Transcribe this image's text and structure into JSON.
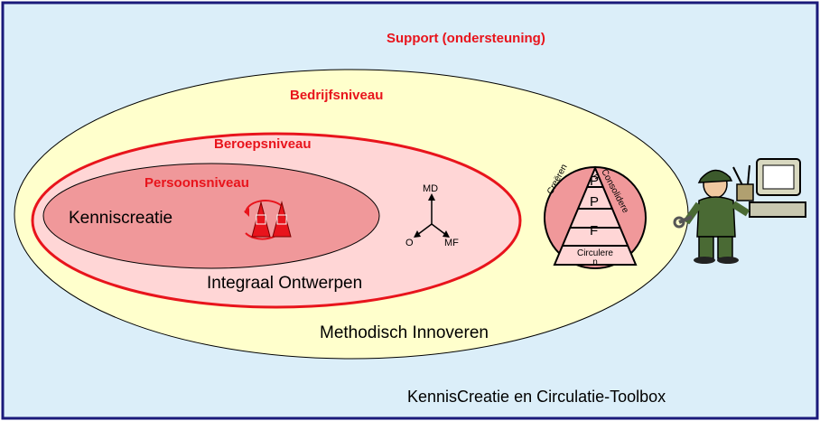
{
  "levels": {
    "support": "Support (ondersteuning)",
    "company": "Bedrijfsniveau",
    "profession": "Beroepsniveau",
    "person": "Persoonsniveau"
  },
  "methods": {
    "kenniscreatie": "Kenniscreatie",
    "integraal": "Integraal Ontwerpen",
    "methodisch": "Methodisch Innoveren"
  },
  "axes": {
    "md": "MD",
    "o": "O",
    "mf": "MF"
  },
  "pyramid": {
    "top": "P",
    "middle": "P",
    "lower": "F",
    "base": "Circulere\nn",
    "left_arc": "Creëren",
    "right_arc": "Consolidere\nn"
  },
  "toolbox": "KennisCreatie en Circulatie-Toolbox",
  "colors": {
    "background": "#dbeef9",
    "frame": "#1a1a7a",
    "outer_ellipse": "#ffffcc",
    "middle_ellipse": "#ffd6d6",
    "inner_ellipse": "#f0989a",
    "accent_red": "#e8141c"
  }
}
